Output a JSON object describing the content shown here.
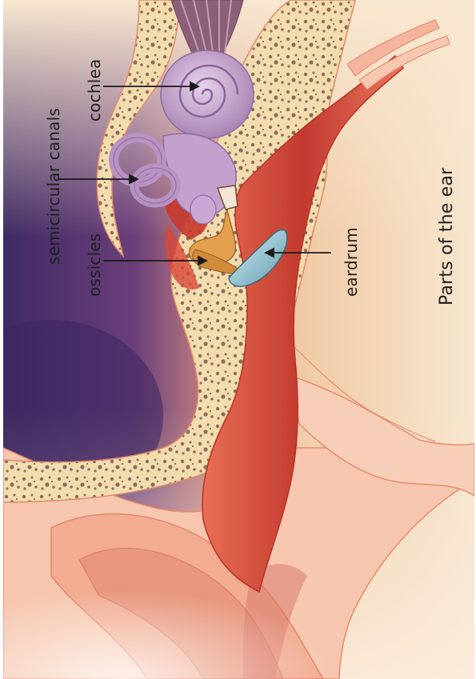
{
  "diagram": {
    "labels": {
      "cochlea": "cochlea",
      "semicircular_canals": "semicircular canals",
      "ossicles": "ossicles",
      "eardrum": "eardrum"
    },
    "caption": "Parts of the ear"
  },
  "colors": {
    "background_top": "#f4d9b8",
    "background_purple": "#4b2f6b",
    "bone": "#f3dcae",
    "bone_pores": "#8a6a5a",
    "canal_red": "#c8392d",
    "skin": "#f3b59a",
    "cochlea": "#c9a6d0",
    "eardrum": "#8fc2d0",
    "ossicles": "#d8923e"
  }
}
